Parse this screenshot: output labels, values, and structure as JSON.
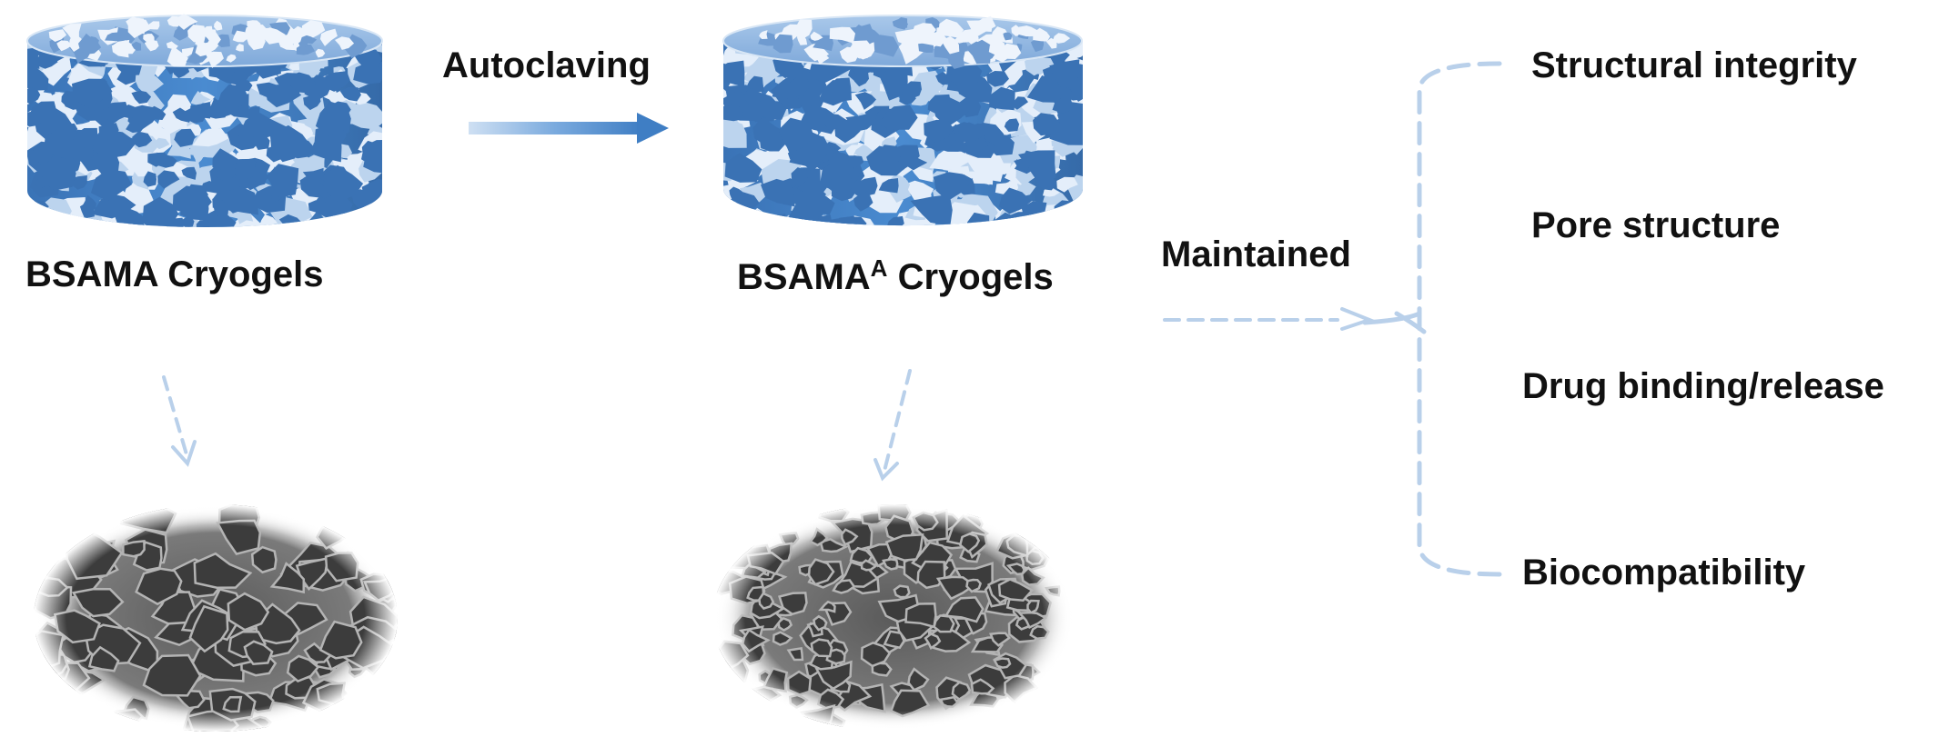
{
  "before": {
    "label": "BSAMA Cryogels"
  },
  "after": {
    "label_main": "BSAMA",
    "label_sup": "A",
    "label_rest": " Cryogels"
  },
  "process": {
    "label": "Autoclaving"
  },
  "outcome": {
    "label": "Maintained",
    "items": [
      "Structural integrity",
      "Pore structure",
      "Drug binding/release",
      "Biocompatibility"
    ]
  },
  "colors": {
    "cylinder_body": "#3f7ec4",
    "cylinder_top": "#8fb6e2",
    "arrow": "#5d93d1",
    "dashed": "#b9d0ea",
    "sem": "#6e6e6e"
  }
}
